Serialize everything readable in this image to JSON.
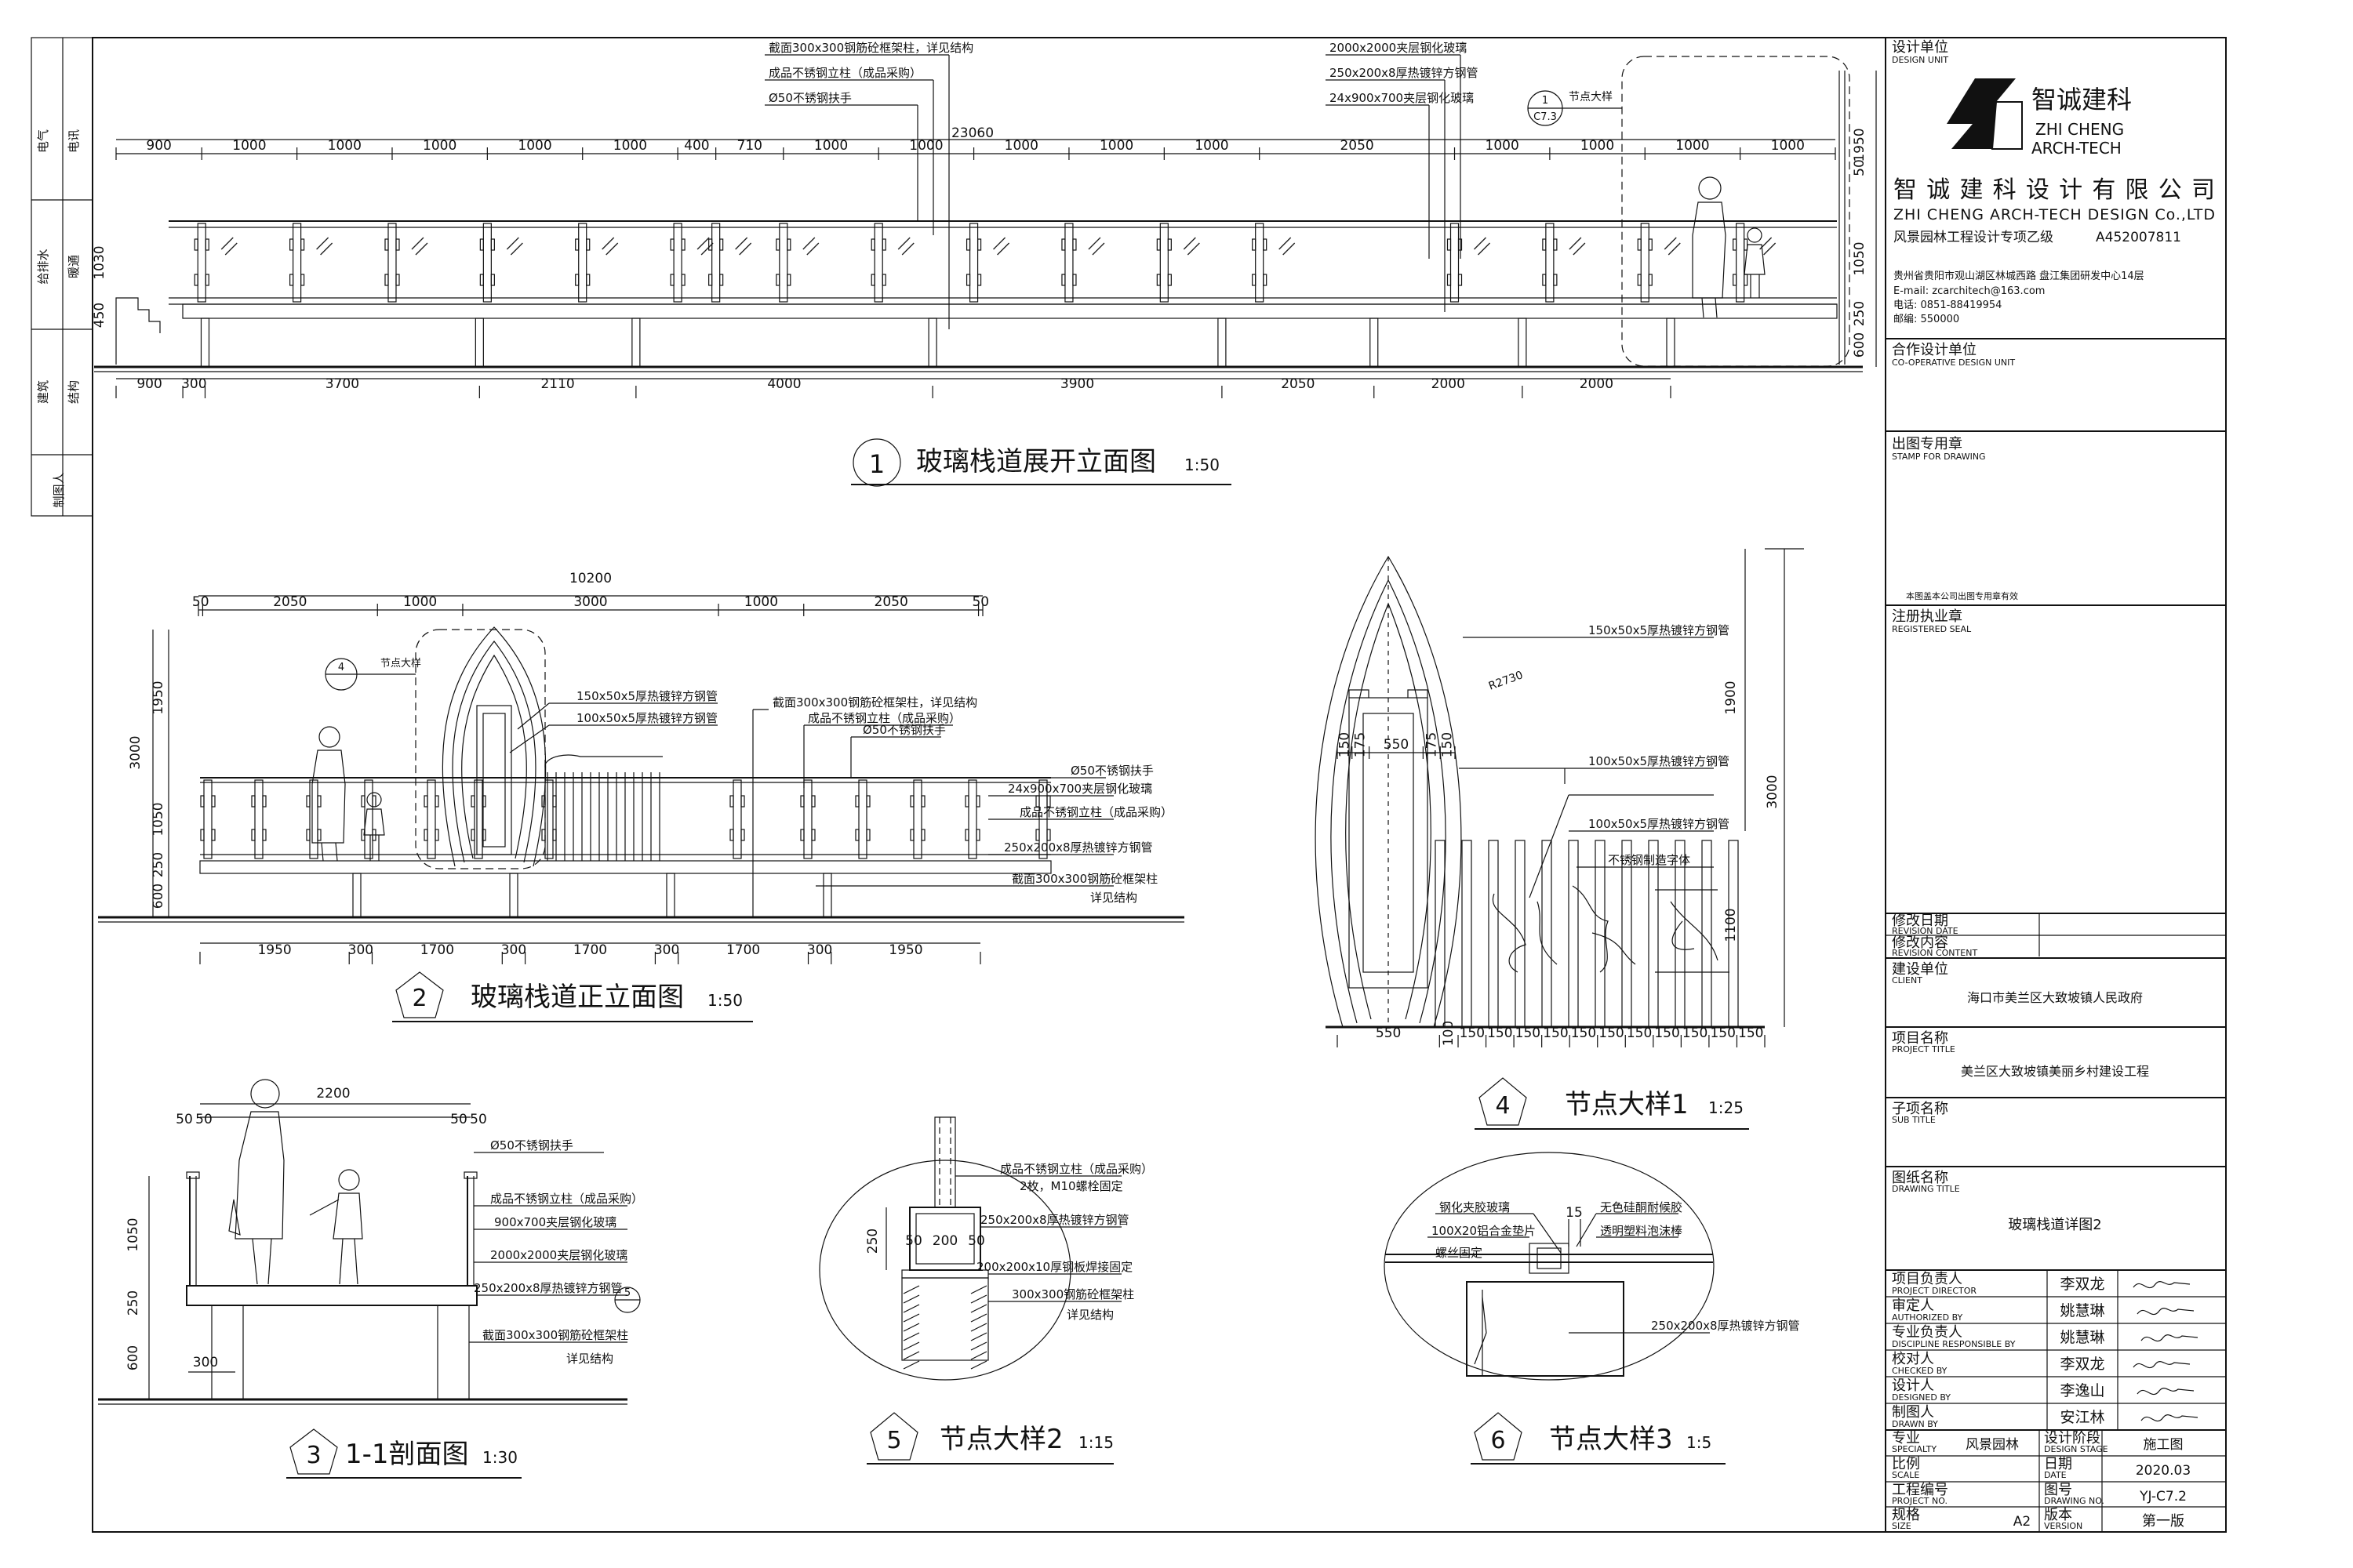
{
  "side_strip": {
    "labels": [
      "电气",
      "电讯",
      "给排水",
      "暖通",
      "建筑",
      "结构",
      "制图人"
    ]
  },
  "drawings": {
    "d1": {
      "num": "1",
      "title": "玻璃栈道展开立面图",
      "scale": "1:50",
      "total": "23060",
      "top_dims": [
        "900",
        "1000",
        "1000",
        "1000",
        "1000",
        "1000",
        "400",
        "710",
        "1000",
        "1000",
        "1000",
        "1000",
        "1000",
        "2050",
        "1000",
        "1000",
        "1000",
        "1000"
      ],
      "bottom_dims": [
        "900",
        "300",
        "3700",
        "2110",
        "4000",
        "3900",
        "2050",
        "2000",
        "2000"
      ],
      "right_dims": [
        "1950",
        "50",
        "1050",
        "250",
        "600"
      ],
      "left_dims": [
        "1030",
        "450"
      ],
      "callout": {
        "num": "1",
        "sheet": "C7.3",
        "label": "节点大样"
      },
      "labels": [
        "截面300x300钢筋砼框架柱，详见结构",
        "成品不锈钢立柱（成品采购）",
        "Ø50不锈钢扶手",
        "2000x2000夹层钢化玻璃",
        "250x200x8厚热镀锌方钢管",
        "24x900x700夹层钢化玻璃"
      ]
    },
    "d2": {
      "num": "2",
      "title": "玻璃栈道正立面图",
      "scale": "1:50",
      "total": "10200",
      "top_dims": [
        "50",
        "2050",
        "1000",
        "3000",
        "1000",
        "2050",
        "50"
      ],
      "bottom_dims": [
        "1950",
        "300",
        "1700",
        "300",
        "1700",
        "300",
        "1700",
        "300",
        "1950"
      ],
      "left_dims": [
        "3000",
        "1950",
        "1050",
        "250",
        "600"
      ],
      "callout": {
        "num": "4",
        "label": "节点大样"
      },
      "labels": [
        "150x50x5厚热镀锌方钢管",
        "100x50x5厚热镀锌方钢管",
        "成品不锈钢立柱（成品采购）",
        "截面300x300钢筋砼框架柱，详见结构",
        "Ø50不锈钢扶手",
        "Ø50不锈钢扶手",
        "24x900x700夹层钢化玻璃",
        "成品不锈钢立柱（成品采购）",
        "250x200x8厚热镀锌方钢管",
        "截面300x300钢筋砼框架柱",
        "详见结构"
      ]
    },
    "d3": {
      "num": "3",
      "title": "1-1剖面图",
      "scale": "1:30",
      "top_dims": [
        "2200",
        "50",
        "50",
        "50",
        "50"
      ],
      "left_dims": [
        "1050",
        "250",
        "600"
      ],
      "bottom_dim": "300",
      "callout_num": "5",
      "labels": [
        "Ø50不锈钢扶手",
        "成品不锈钢立柱（成品采购）",
        "900x700夹层钢化玻璃",
        "2000x2000夹层钢化玻璃",
        "250x200x8厚热镀锌方钢管",
        "截面300x300钢筋砼框架柱",
        "详见结构"
      ]
    },
    "d4": {
      "num": "4",
      "title": "节点大样1",
      "scale": "1:25",
      "radius": "R2730",
      "top_dims": [
        "150",
        "175",
        "550",
        "175",
        "150"
      ],
      "bottom_dims": [
        "550",
        "100",
        "150",
        "150",
        "150",
        "150",
        "150",
        "150",
        "150",
        "150",
        "150",
        "150",
        "150"
      ],
      "right_dims": [
        "1900",
        "3000",
        "1100"
      ],
      "labels": [
        "150x50x5厚热镀锌方钢管",
        "100x50x5厚热镀锌方钢管",
        "100x50x5厚热镀锌方钢管",
        "不锈钢制造字体"
      ]
    },
    "d5": {
      "num": "5",
      "title": "节点大样2",
      "scale": "1:15",
      "dims": [
        "250",
        "50",
        "200",
        "50"
      ],
      "labels": [
        "成品不锈钢立柱（成品采购）",
        "2枚，M10螺栓固定",
        "250x200x8厚热镀锌方钢管",
        "200x200x10厚钢板焊接固定",
        "300x300钢筋砼框架柱",
        "详见结构"
      ]
    },
    "d6": {
      "num": "6",
      "title": "节点大样3",
      "scale": "1:5",
      "dim": "15",
      "labels": [
        "钢化夹胶玻璃",
        "100X20铝合金垫片",
        "螺丝固定",
        "无色硅酮耐候胶",
        "透明塑料泡沫棒",
        "250x200x8厚热镀锌方钢管"
      ]
    }
  },
  "title_block": {
    "design_unit_label": "设计单位",
    "design_unit_en": "DESIGN UNIT",
    "logo_cn": "智诚建科",
    "logo_en1": "ZHI CHENG",
    "logo_en2": "ARCH-TECH",
    "company_cn": "智诚建科设计有限公司",
    "company_en": "ZHI CHENG ARCH-TECH DESIGN Co.,LTD",
    "qualification": "风景园林工程设计专项乙级",
    "cert_no": "A452007811",
    "address": "贵州省贵阳市观山湖区林城西路 盘江集团研发中心14层",
    "email": "E-mail: zcarchitech@163.com",
    "tel": "电话: 0851-88419954",
    "zip": "邮编: 550000",
    "coop_label": "合作设计单位",
    "coop_en": "CO-OPERATIVE DESIGN UNIT",
    "stamp_label": "出图专用章",
    "stamp_en": "STAMP FOR DRAWING",
    "stamp_note": "本图盖本公司出图专用章有效",
    "reg_label": "注册执业章",
    "reg_en": "REGISTERED SEAL",
    "rev_date_label": "修改日期",
    "rev_date_en": "REVISION DATE",
    "rev_content_label": "修改内容",
    "rev_content_en": "REVISION CONTENT",
    "client_label": "建设单位",
    "client_en": "CLIENT",
    "client": "海口市美兰区大致坡镇人民政府",
    "project_label": "项目名称",
    "project_en": "PROJECT TITLE",
    "project": "美兰区大致坡镇美丽乡村建设工程",
    "sub_label": "子项名称",
    "sub_en": "SUB TITLE",
    "drawing_label": "图纸名称",
    "drawing_en": "DRAWING TITLE",
    "drawing": "玻璃栈道详图2",
    "signatures": [
      {
        "role": "项目负责人",
        "role_en": "PROJECT DIRECTOR",
        "name": "李双龙"
      },
      {
        "role": "审定人",
        "role_en": "AUTHORIZED BY",
        "name": "姚慧琳"
      },
      {
        "role": "专业负责人",
        "role_en": "DISCIPLINE RESPONSIBLE BY",
        "name": "姚慧琳"
      },
      {
        "role": "校对人",
        "role_en": "CHECKED BY",
        "name": "李双龙"
      },
      {
        "role": "设计人",
        "role_en": "DESIGNED BY",
        "name": "李逸山"
      },
      {
        "role": "制图人",
        "role_en": "DRAWN BY",
        "name": "安江林"
      }
    ],
    "discipline_label": "专业",
    "discipline_en": "SPECIALTY",
    "discipline": "风景园林",
    "stage_label": "设计阶段",
    "stage_en": "DESIGN STAGE",
    "stage": "施工图",
    "scale_label": "比例",
    "scale_en": "SCALE",
    "date_label": "日期",
    "date_en": "DATE",
    "date": "2020.03",
    "project_no_label": "工程编号",
    "project_no_en": "PROJECT NO.",
    "sheet_no_label": "图号",
    "sheet_no_en": "DRAWING NO.",
    "sheet_no": "YJ-C7.2",
    "size_label": "规格",
    "size_en": "SIZE",
    "size": "A2",
    "version_label": "版本",
    "version_en": "VERSION",
    "version": "第一版"
  }
}
